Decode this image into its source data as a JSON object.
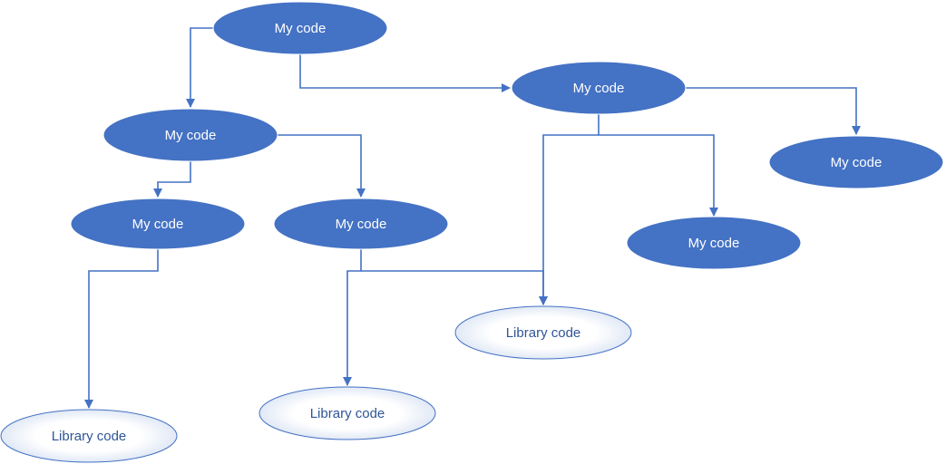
{
  "colors": {
    "my_code_fill": "#4472C4",
    "my_code_text": "#ffffff",
    "library_fill_edge": "#d9e3f3",
    "library_stroke": "#4472C4",
    "library_text": "#2f5597",
    "connector": "#4472C4"
  },
  "nodes": [
    {
      "id": "n1",
      "kind": "my-code",
      "label": "My code"
    },
    {
      "id": "n2",
      "kind": "my-code",
      "label": "My code"
    },
    {
      "id": "n3",
      "kind": "my-code",
      "label": "My code"
    },
    {
      "id": "n4",
      "kind": "my-code",
      "label": "My code"
    },
    {
      "id": "n5",
      "kind": "my-code",
      "label": "My code"
    },
    {
      "id": "n6",
      "kind": "my-code",
      "label": "My code"
    },
    {
      "id": "n7",
      "kind": "my-code",
      "label": "My code"
    },
    {
      "id": "n8",
      "kind": "my-code",
      "label": "My code"
    },
    {
      "id": "lib1",
      "kind": "library",
      "label": "Library code"
    },
    {
      "id": "lib2",
      "kind": "library",
      "label": "Library code"
    },
    {
      "id": "lib3",
      "kind": "library",
      "label": "Library code"
    }
  ],
  "edges": [
    {
      "from": "n1",
      "to": "n2"
    },
    {
      "from": "n1",
      "to": "n3"
    },
    {
      "from": "n2",
      "to": "n4"
    },
    {
      "from": "n2",
      "to": "n5"
    },
    {
      "from": "n3",
      "to": "n8"
    },
    {
      "from": "n3",
      "to": "n7"
    },
    {
      "from": "n3",
      "to": "lib1"
    },
    {
      "from": "n4",
      "to": "lib3"
    },
    {
      "from": "n5",
      "to": "lib2"
    },
    {
      "from": "n5",
      "to": "lib1"
    }
  ]
}
